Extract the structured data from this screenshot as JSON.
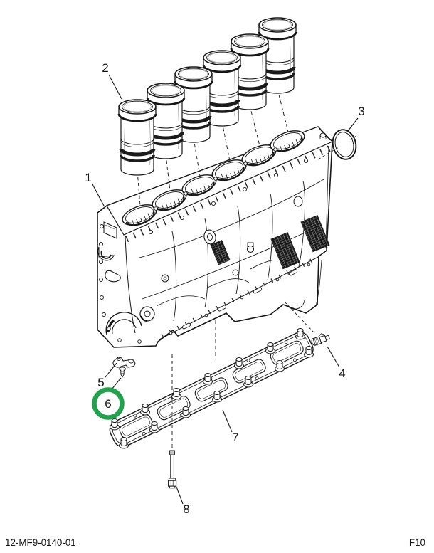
{
  "figure": {
    "footer": {
      "doc_number": "12-MF9-0140-01",
      "page_ref": "F10"
    },
    "highlight": {
      "color": "#23A24D",
      "callout_label": "6"
    },
    "callouts": [
      {
        "label": "1"
      },
      {
        "label": "2"
      },
      {
        "label": "3"
      },
      {
        "label": "4"
      },
      {
        "label": "5"
      },
      {
        "label": "6"
      },
      {
        "label": "7"
      },
      {
        "label": "8"
      }
    ]
  }
}
